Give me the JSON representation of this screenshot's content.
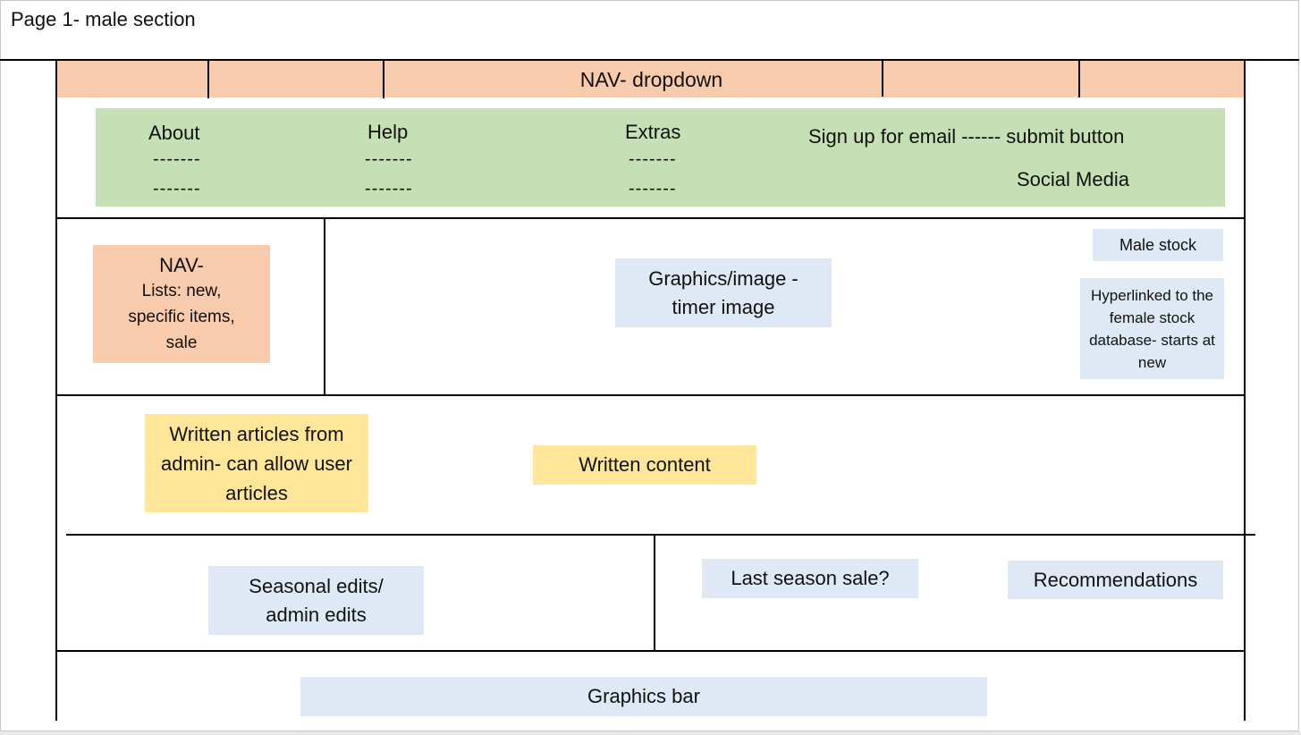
{
  "page_title": "Page 1- male section",
  "top_nav": {
    "label": "NAV- dropdown"
  },
  "footer_bar": {
    "about": "About",
    "help": "Help",
    "extras": "Extras",
    "dash": "-------",
    "signup": "Sign up for email ------ submit button",
    "social": "Social Media"
  },
  "side_nav": {
    "title": "NAV-",
    "list": "Lists: new, specific items, sale"
  },
  "hero": {
    "label": "Graphics/image -timer image"
  },
  "stock": {
    "label": "Male stock",
    "link": "Hyperlinked to the female stock database- starts at new"
  },
  "articles": {
    "admin": "Written articles from admin- can allow user articles",
    "content": "Written content"
  },
  "edits": {
    "seasonal": "Seasonal edits/ admin edits",
    "last_season": "Last season sale?",
    "recommendations": "Recommendations"
  },
  "graphics_bar": {
    "label": "Graphics bar"
  }
}
